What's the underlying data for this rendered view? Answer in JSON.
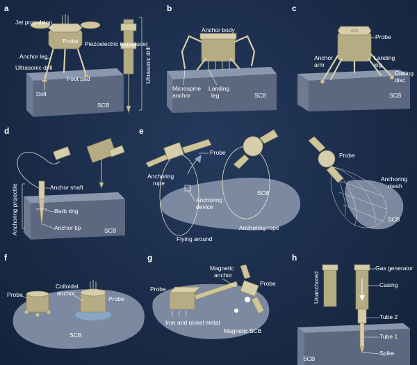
{
  "panels": {
    "a": {
      "letter": "a",
      "labels": [
        "Jet propulsion",
        "Probe",
        "Piezoelectric transducer",
        "Anchor leg",
        "Ultrasonic drill",
        "Foot pad",
        "Drill",
        "SCB"
      ],
      "ultrasonic_vertical": "Ultrasonic drill"
    },
    "b": {
      "letter": "b",
      "labels": [
        "Anchor body",
        "Microspine",
        "anchor",
        "Landing",
        "leg",
        "SCB"
      ]
    },
    "c": {
      "letter": "c",
      "labels": [
        "Probe",
        "Anchor",
        "arm",
        "Landing",
        "leg",
        "Cutting",
        "disc",
        "SCB"
      ]
    },
    "d": {
      "letter": "d",
      "labels": [
        "Anchor shaft",
        "Barb ring",
        "Anchor tip",
        "SCB"
      ],
      "vertical": "Anchoring projectile"
    },
    "e": {
      "letter": "e",
      "labels": [
        "Probe",
        "Anchoring",
        "rope",
        "Anchoring",
        "device",
        "SCB",
        "Flying around",
        "Anchoring rope",
        "Probe",
        "Anchoring",
        "mesh",
        "SCB"
      ]
    },
    "f": {
      "letter": "f",
      "labels": [
        "Probe",
        "Colloidal",
        "anchor",
        "Probe",
        "SCB"
      ]
    },
    "g": {
      "letter": "g",
      "labels": [
        "Magnetic",
        "anchor",
        "Probe",
        "Probe",
        "Iron and nickel metal",
        "Magnetic SCB"
      ]
    },
    "h": {
      "letter": "h",
      "labels": [
        "Gas generator",
        "Casing",
        "Tube 2",
        "Tube 1",
        "Spike",
        "SCB"
      ],
      "vertical": "Unanchored"
    }
  }
}
